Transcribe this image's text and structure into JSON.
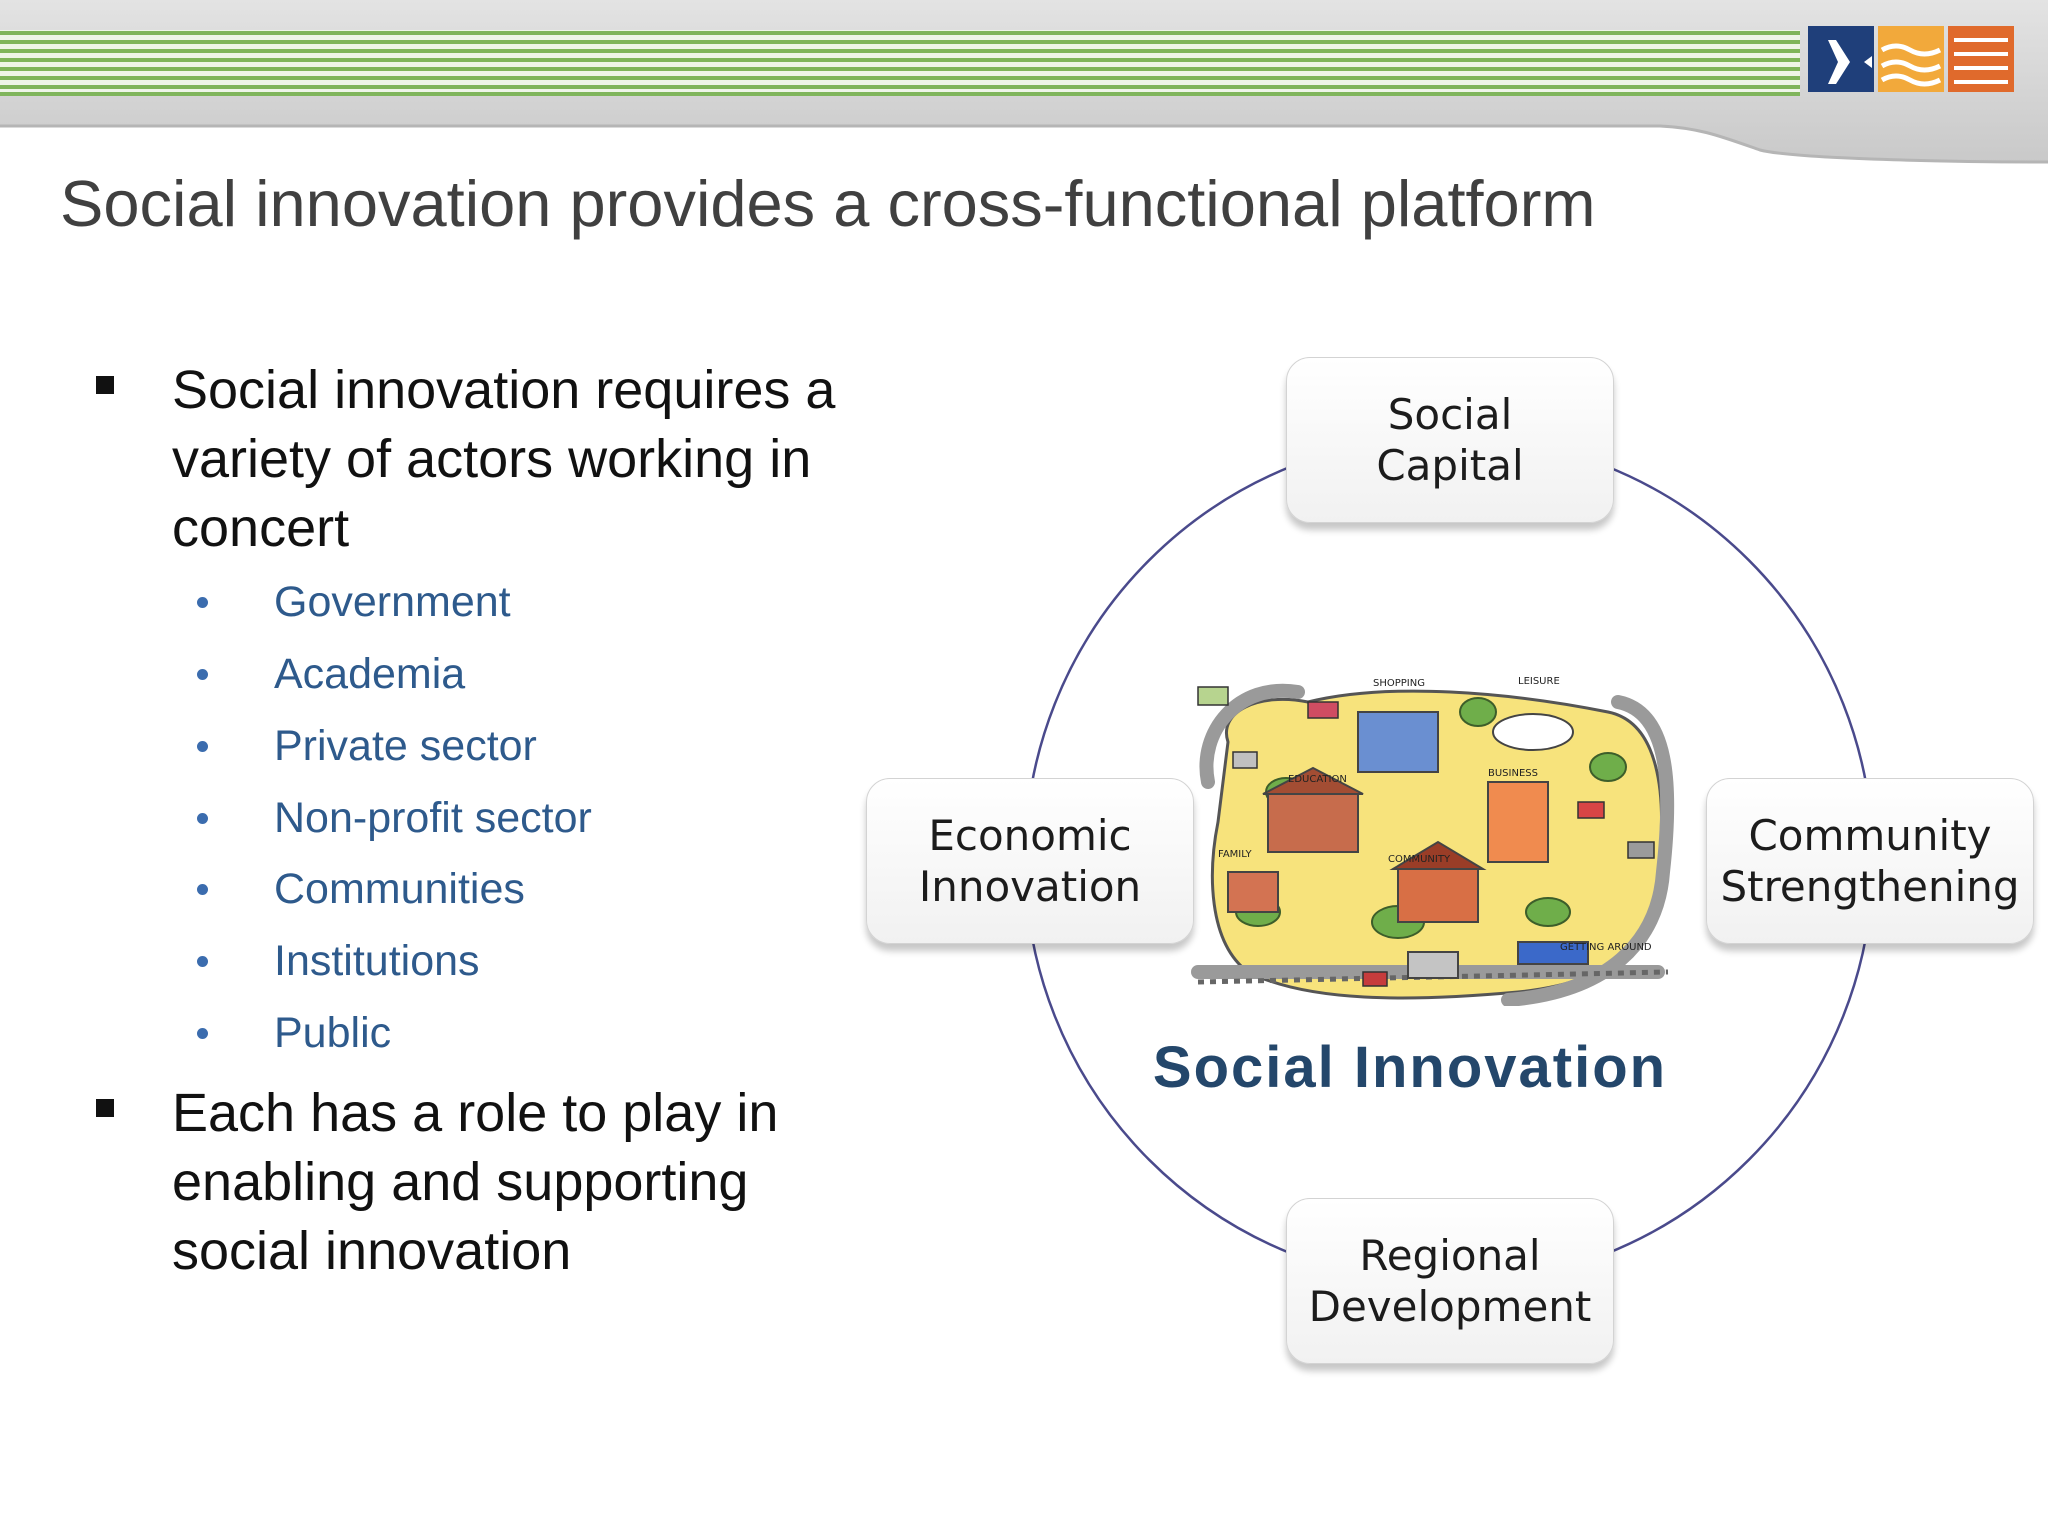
{
  "title": "Social innovation provides a cross-functional platform",
  "bullets": [
    {
      "text": "Social innovation requires a variety of actors working in concert",
      "sub": [
        "Government",
        "Academia",
        "Private sector",
        "Non-profit sector",
        "Communities",
        "Institutions",
        "Public"
      ]
    },
    {
      "text": "Each has a role to play in enabling and supporting social innovation",
      "sub": []
    }
  ],
  "diagram": {
    "center": "Social Innovation",
    "nodes": {
      "top": [
        "Social",
        "Capital"
      ],
      "left": [
        "Economic",
        "Innovation"
      ],
      "right": [
        "Community",
        "Strengthening"
      ],
      "bottom": [
        "Regional",
        "Development"
      ]
    },
    "illustration_labels": [
      "SHOPPING",
      "LEISURE",
      "EDUCATION",
      "BUSINESS",
      "FAMILY",
      "COMMUNITY",
      "GETTING AROUND"
    ]
  },
  "colors": {
    "header_green": "#7fb55b",
    "header_gray": "#d4d4d4",
    "circle_stroke": "#4a4a8c",
    "sub_text": "#2e5a8c",
    "center_text": "#24476b",
    "logo_blue": "#1f3f7a",
    "logo_gold": "#f2a93b",
    "logo_orange": "#e06a2c"
  }
}
